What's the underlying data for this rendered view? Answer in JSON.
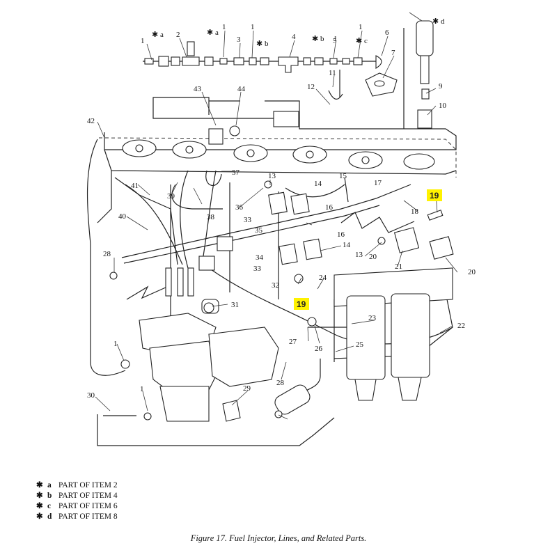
{
  "callouts": [
    {
      "id": "c1a",
      "text": "1"
    },
    {
      "id": "c1b",
      "text": "1"
    },
    {
      "id": "c1c",
      "text": "1"
    },
    {
      "id": "c1d",
      "text": "1"
    },
    {
      "id": "c1e",
      "text": "1"
    },
    {
      "id": "c1f",
      "text": "1"
    },
    {
      "id": "c1g",
      "text": "1"
    },
    {
      "id": "c2",
      "text": "2"
    },
    {
      "id": "c3",
      "text": "3"
    },
    {
      "id": "c4",
      "text": "4"
    },
    {
      "id": "c5",
      "text": "5"
    },
    {
      "id": "c6",
      "text": "6"
    },
    {
      "id": "c7",
      "text": "7"
    },
    {
      "id": "c9",
      "text": "9"
    },
    {
      "id": "c10",
      "text": "10"
    },
    {
      "id": "c11",
      "text": "11"
    },
    {
      "id": "c12",
      "text": "12"
    },
    {
      "id": "c13a",
      "text": "13"
    },
    {
      "id": "c13b",
      "text": "13"
    },
    {
      "id": "c14a",
      "text": "14"
    },
    {
      "id": "c14b",
      "text": "14"
    },
    {
      "id": "c15",
      "text": "15"
    },
    {
      "id": "c16a",
      "text": "16"
    },
    {
      "id": "c16b",
      "text": "16"
    },
    {
      "id": "c17",
      "text": "17"
    },
    {
      "id": "c18",
      "text": "18"
    },
    {
      "id": "c20a",
      "text": "20"
    },
    {
      "id": "c20b",
      "text": "20"
    },
    {
      "id": "c21",
      "text": "21"
    },
    {
      "id": "c22",
      "text": "22"
    },
    {
      "id": "c23",
      "text": "23"
    },
    {
      "id": "c24",
      "text": "24"
    },
    {
      "id": "c25",
      "text": "25"
    },
    {
      "id": "c26",
      "text": "26"
    },
    {
      "id": "c27",
      "text": "27"
    },
    {
      "id": "c28a",
      "text": "28"
    },
    {
      "id": "c28b",
      "text": "28"
    },
    {
      "id": "c29",
      "text": "29"
    },
    {
      "id": "c30",
      "text": "30"
    },
    {
      "id": "c31",
      "text": "31"
    },
    {
      "id": "c32",
      "text": "32"
    },
    {
      "id": "c33a",
      "text": "33"
    },
    {
      "id": "c33b",
      "text": "33"
    },
    {
      "id": "c34",
      "text": "34"
    },
    {
      "id": "c35",
      "text": "35"
    },
    {
      "id": "c36",
      "text": "36"
    },
    {
      "id": "c37",
      "text": "37"
    },
    {
      "id": "c38",
      "text": "38"
    },
    {
      "id": "c39",
      "text": "39"
    },
    {
      "id": "c40",
      "text": "40"
    },
    {
      "id": "c41",
      "text": "41"
    },
    {
      "id": "c42",
      "text": "42"
    },
    {
      "id": "c43",
      "text": "43"
    },
    {
      "id": "c44",
      "text": "44"
    },
    {
      "id": "sa",
      "text": "a"
    },
    {
      "id": "sa2",
      "text": "a"
    },
    {
      "id": "sb",
      "text": "b"
    },
    {
      "id": "sb2",
      "text": "b"
    },
    {
      "id": "sc",
      "text": "c"
    },
    {
      "id": "sd",
      "text": "d"
    }
  ],
  "highlights": [
    {
      "id": "h19a",
      "text": "19"
    },
    {
      "id": "h19b",
      "text": "19"
    }
  ],
  "legend": [
    {
      "star": "✱",
      "key": "a",
      "text": "PART OF ITEM 2"
    },
    {
      "star": "✱",
      "key": "b",
      "text": "PART OF ITEM 4"
    },
    {
      "star": "✱",
      "key": "c",
      "text": "PART OF ITEM 6"
    },
    {
      "star": "✱",
      "key": "d",
      "text": "PART OF ITEM 8"
    }
  ],
  "caption": "Figure 17.  Fuel Injector, Lines, and Related Parts."
}
